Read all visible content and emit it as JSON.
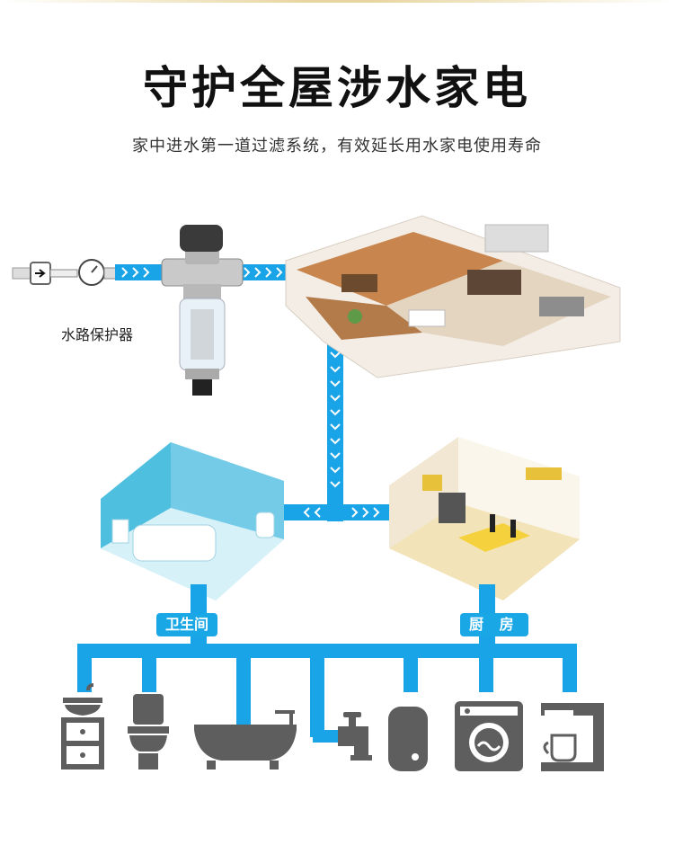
{
  "title": "守护全屋涉水家电",
  "subtitle": "家中进水第一道过滤系统，有效延长用水家电使用寿命",
  "protector_label": "水路保护器",
  "rooms": {
    "bathroom": "卫生间",
    "kitchen": "厨 房"
  },
  "colors": {
    "pipe": "#1aa4e8",
    "appliance": "#5e5e5e",
    "accent": "#19a7e6"
  },
  "appliances": [
    {
      "name": "washbasin-cabinet-icon"
    },
    {
      "name": "toilet-icon"
    },
    {
      "name": "bathtub-icon"
    },
    {
      "name": "faucet-icon"
    },
    {
      "name": "water-heater-icon"
    },
    {
      "name": "washing-machine-icon"
    },
    {
      "name": "coffee-machine-icon"
    }
  ]
}
